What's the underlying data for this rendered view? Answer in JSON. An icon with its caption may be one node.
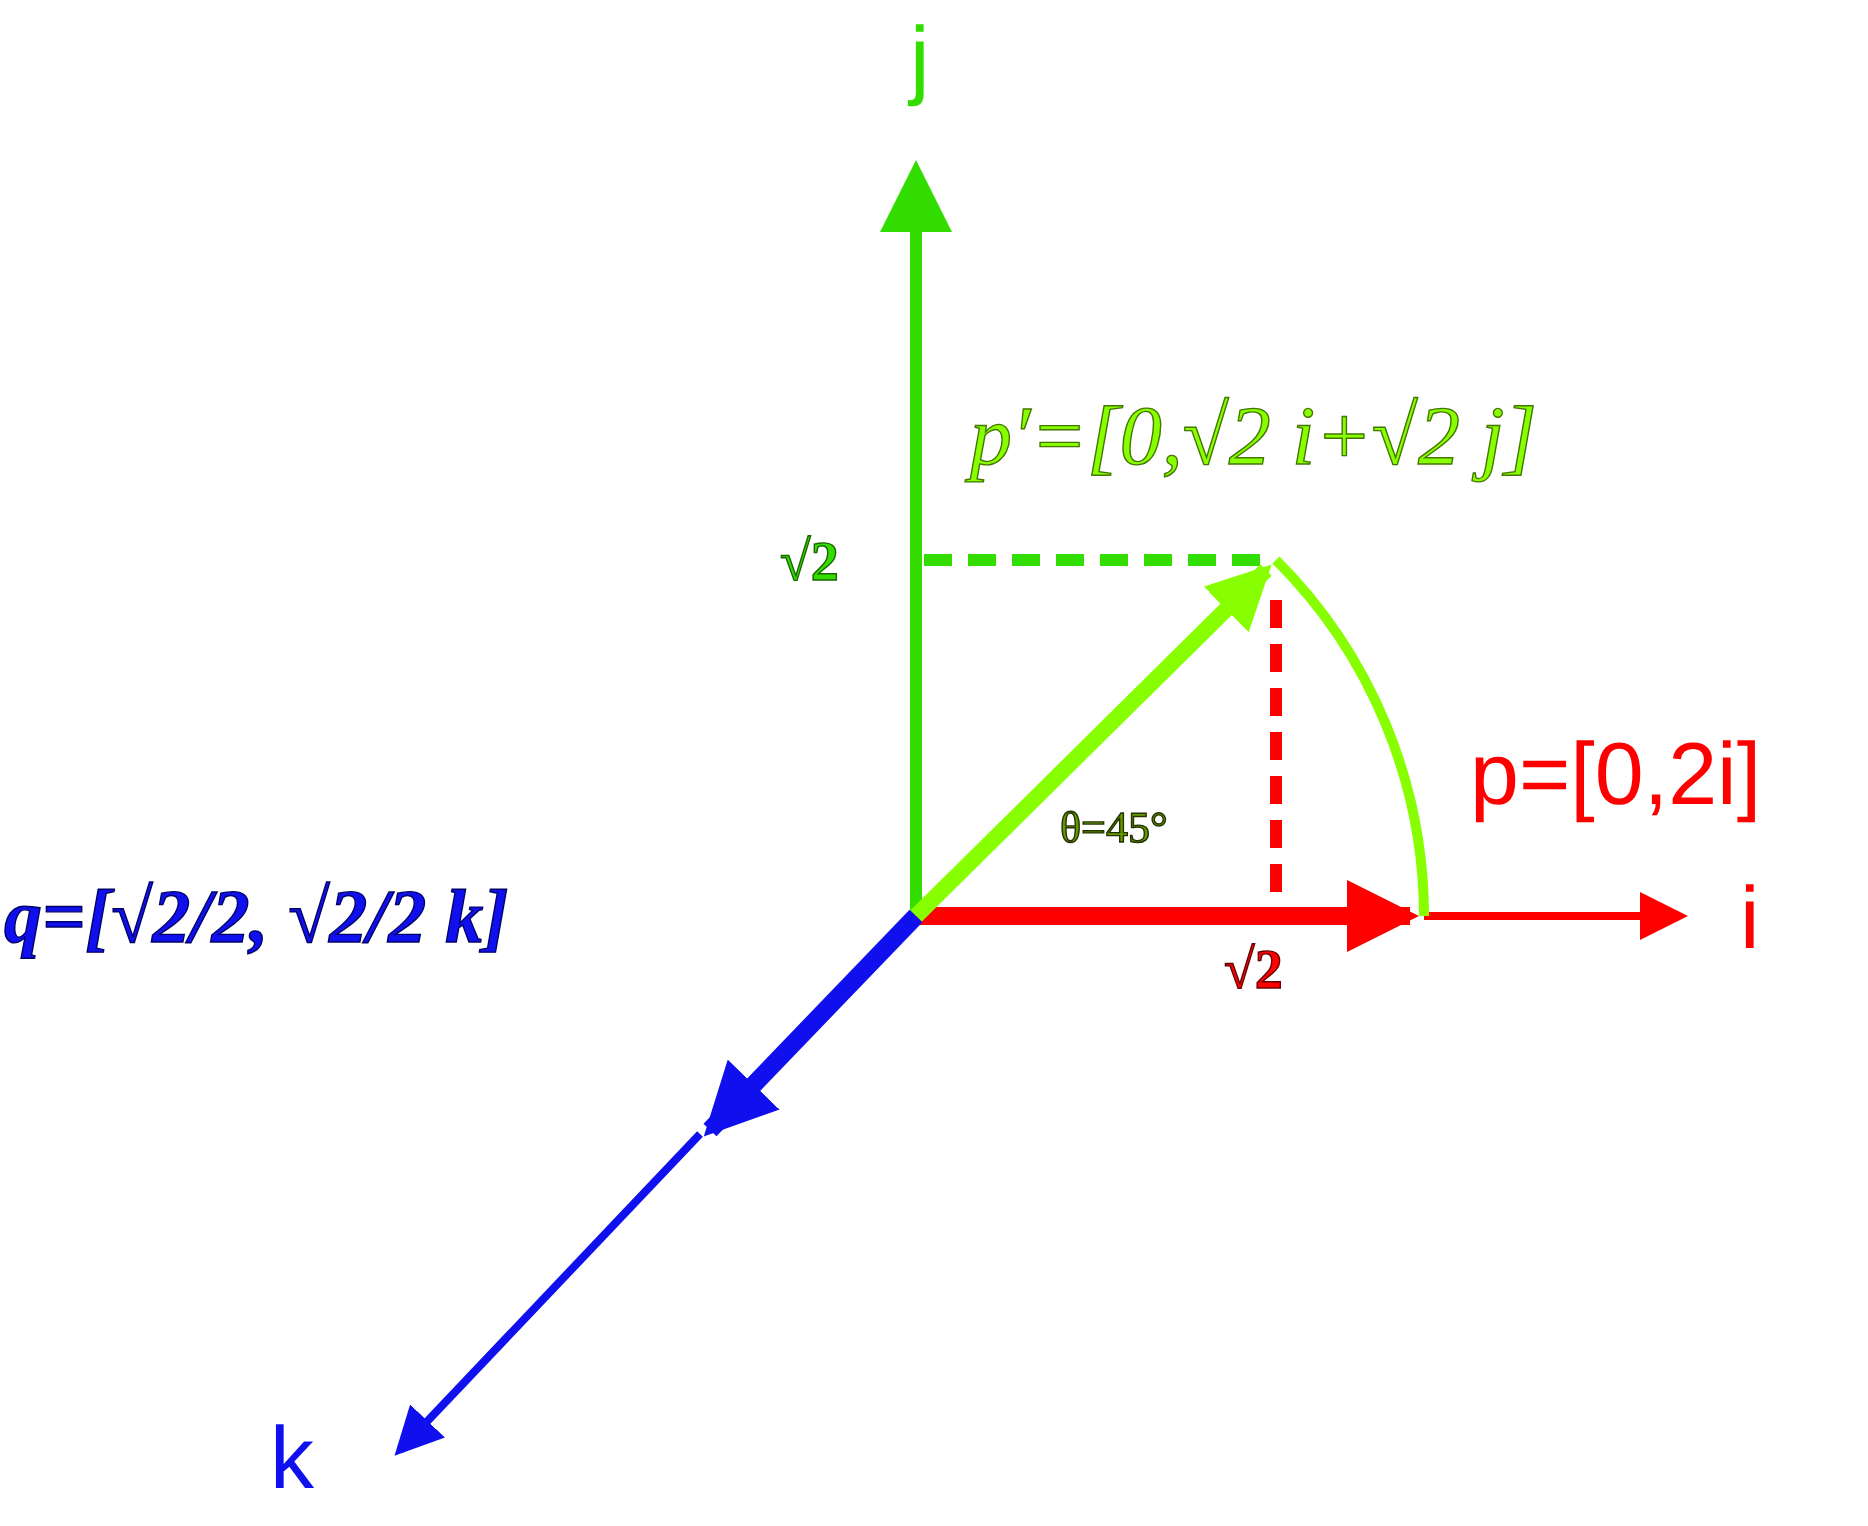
{
  "diagram": {
    "labels": [
      "j",
      "p′=[0,√2 i+√2 j]",
      "√2",
      "p=[0,2i]",
      "θ=45°",
      "q=[√2/2, √2/2 k]",
      "i",
      "√2",
      "k"
    ]
  }
}
